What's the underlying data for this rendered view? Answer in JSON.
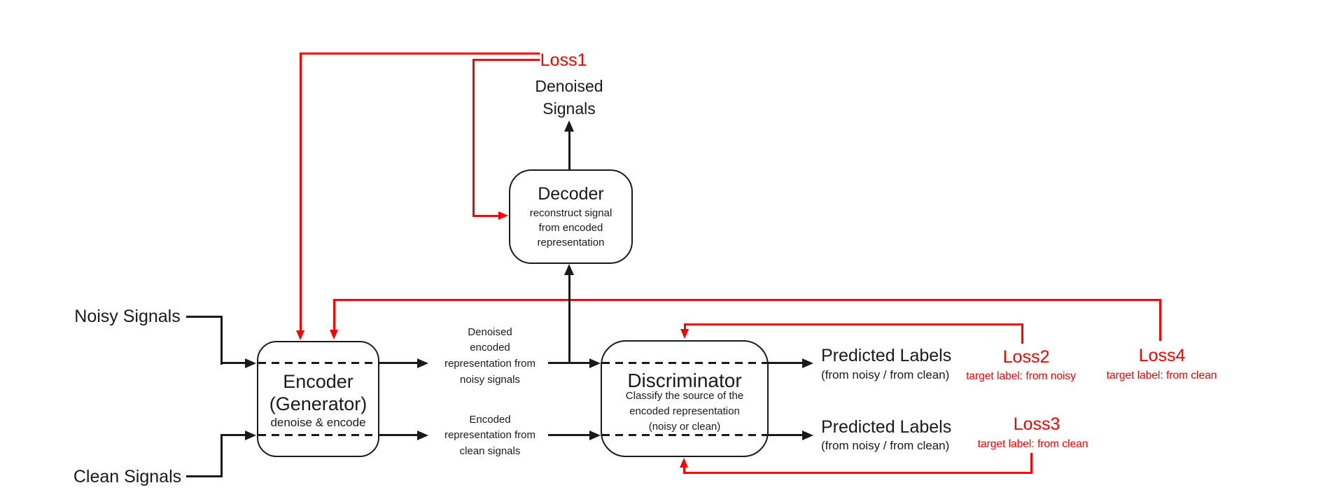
{
  "colors": {
    "line": "#1a1a1a",
    "loss_red": "#fe0000",
    "background": "#ffffff"
  },
  "inputs": {
    "noisy_label": "Noisy Signals",
    "clean_label": "Clean Signals"
  },
  "outputs": {
    "denoised": {
      "line1": "Denoised",
      "line2": "Signals"
    },
    "predicted_noisy": {
      "title": "Predicted Labels",
      "subtitle": "(from noisy / from clean)"
    },
    "predicted_clean": {
      "title": "Predicted Labels",
      "subtitle": "(from noisy / from clean)"
    }
  },
  "boxes": {
    "encoder": {
      "title1": "Encoder",
      "title2": "(Generator)",
      "subtitle": "denoise & encode"
    },
    "decoder": {
      "title": "Decoder",
      "sub1": "reconstruct signal",
      "sub2": "from encoded",
      "sub3": "representation"
    },
    "discriminator": {
      "title": "Discriminator",
      "sub1": "Classify the source  of the",
      "sub2": "encoded representation",
      "sub3": "(noisy or clean)"
    }
  },
  "annotations": {
    "rep_noisy": {
      "line1": "Denoised",
      "line2": "encoded",
      "line3": "representation from",
      "line4": "noisy signals"
    },
    "rep_clean": {
      "line1": "Encoded",
      "line2": "representation from",
      "line3": "clean signals"
    }
  },
  "losses": {
    "loss1": {
      "label": "Loss1"
    },
    "loss2": {
      "label": "Loss2",
      "target": "target label: from noisy"
    },
    "loss3": {
      "label": "Loss3",
      "target": "target label: from clean"
    },
    "loss4": {
      "label": "Loss4",
      "target": "target label: from clean"
    }
  }
}
